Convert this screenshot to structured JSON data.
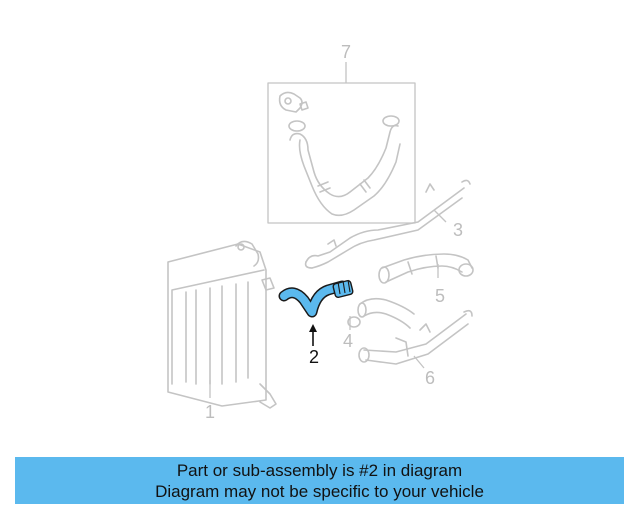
{
  "diagram": {
    "callouts": [
      {
        "id": "1",
        "label": "1"
      },
      {
        "id": "2",
        "label": "2",
        "highlighted": true
      },
      {
        "id": "3",
        "label": "3"
      },
      {
        "id": "4",
        "label": "4"
      },
      {
        "id": "5",
        "label": "5"
      },
      {
        "id": "6",
        "label": "6"
      },
      {
        "id": "7",
        "label": "7"
      }
    ],
    "highlight_color": "#5bb9ee",
    "line_color": "#c4c4c4"
  },
  "banner": {
    "line1": "Part or sub-assembly is #2 in diagram",
    "line2": "Diagram may not be specific to your vehicle",
    "background": "#5bb9ee"
  }
}
